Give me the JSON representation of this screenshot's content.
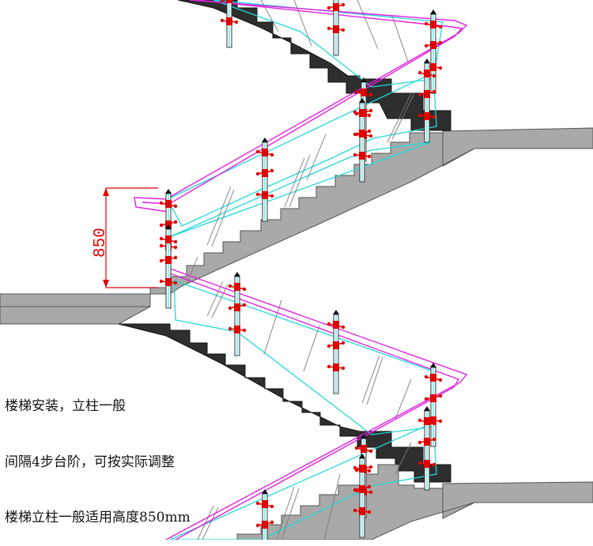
{
  "dimension": {
    "value": "850"
  },
  "note": {
    "lines": [
      "楼梯安装，立柱一般",
      "间隔4步台阶，可按实际调整",
      "楼梯立柱一般适用高度850mm"
    ]
  },
  "colors": {
    "handrail": "#e020e0",
    "glass_edge": "#22d8d8",
    "dimension": "#e00000",
    "post_clamp": "#e00000",
    "slab": "#a9a9a9",
    "stair_dark": "#2e2e2e",
    "glass_hatch": "#7a7a7a"
  }
}
